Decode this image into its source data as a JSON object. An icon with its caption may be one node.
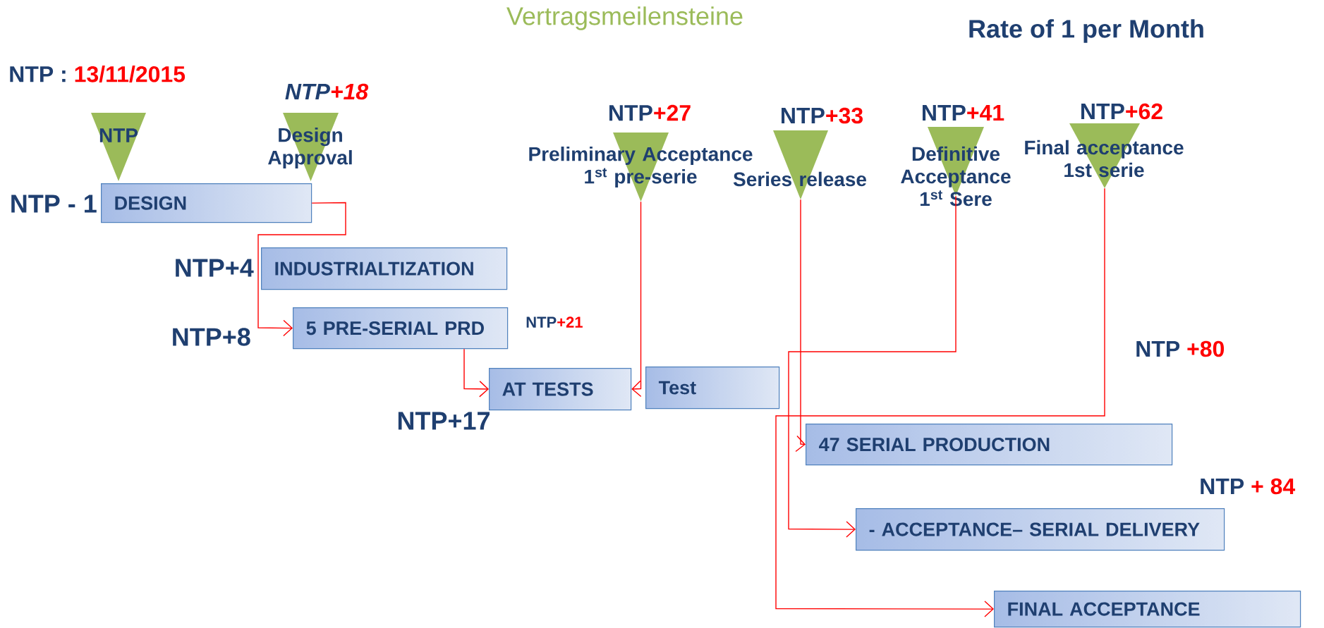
{
  "diagram": {
    "title": "Vertragsmeilensteine",
    "nodes": [
      {
        "text": [
          "NTP"
        ]
      },
      {
        "text": [
          "Design Approval"
        ],
        "beside": [
          "NTP",
          "+18"
        ]
      },
      {
        "text": [
          "Preliminary Acceptance 1$^{st}$ pre-serie"
        ],
        "beside": [
          "NTP",
          "+27"
        ]
      },
      {
        "text": [
          "Series release"
        ],
        "beside": [
          "NTP",
          "+33"
        ]
      },
      {
        "text": [
          "Definitive Acceptance 1$^{st}$ Sere"
        ],
        "beside": [
          "NTP",
          "+41"
        ]
      },
      {
        "text": [
          "Final acceptance 1st serie"
        ],
        "beside": [
          "NTP",
          "+62"
        ]
      },
      {
        "text": [
          "DESIGN"
        ],
        "beside": [
          "NTP - 1"
        ]
      },
      {
        "text": [
          "INDUSTRIALTIZATION"
        ],
        "beside": [
          "NTP+4"
        ]
      },
      {
        "text": [
          "5 PRE-SERIAL PRD"
        ],
        "beside": [
          "NTP+8"
        ]
      },
      {
        "text": [
          "AT TESTS"
        ],
        "beside": [
          "NTP+17"
        ]
      },
      {
        "text": [
          "Test"
        ]
      },
      {
        "text": [
          "47 SERIAL PRODUCTION"
        ]
      },
      {
        "text": [
          "- ACCEPTANCE– SERIAL DELIVERY"
        ]
      },
      {
        "text": [
          "FINAL ACCEPTANCE"
        ]
      }
    ],
    "edges": [
      {
        "from": 6,
        "to": 8,
        "arrow": "to"
      },
      {
        "from": 8,
        "to": 9,
        "arrow": "to"
      },
      {
        "from": 2,
        "to": 9,
        "arrow": "to"
      },
      {
        "from": 3,
        "to": 11,
        "arrow": "to"
      },
      {
        "from": 4,
        "to": 12,
        "arrow": "to"
      },
      {
        "from": 5,
        "to": 13,
        "arrow": "to"
      }
    ],
    "labels": [
      "Rate of 1 per Month",
      "NTP :",
      "13/11/2015",
      "NTP",
      "+21",
      "NTP",
      "+80",
      "NTP",
      "+ 84"
    ]
  }
}
